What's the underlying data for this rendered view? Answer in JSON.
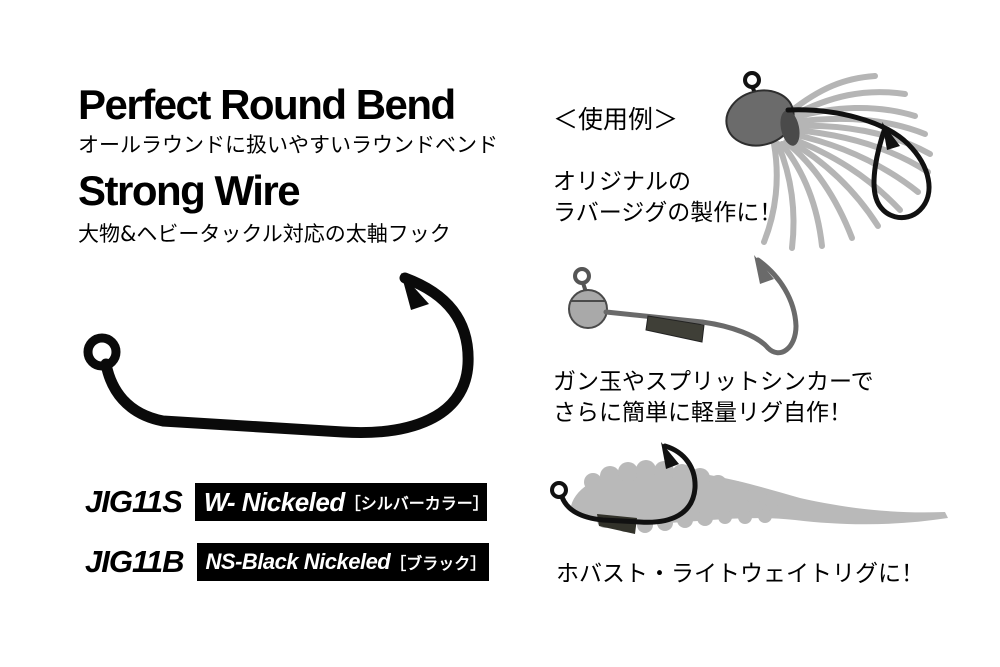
{
  "page": {
    "bg": "#ffffff",
    "ink": "#000000",
    "skirt_gray": "#b5b5b5",
    "worm_gray": "#b9b9b9"
  },
  "features": [
    {
      "title": "Perfect Round Bend",
      "subtitle": "オールラウンドに扱いやすいラウンドベンド"
    },
    {
      "title": "Strong Wire",
      "subtitle": "大物&ヘビータックル対応の太軸フック"
    }
  ],
  "models": [
    {
      "code": "JIG11S",
      "finish": "W- Nickeled",
      "color": "［シルバーカラー］"
    },
    {
      "code": "JIG11B",
      "finish": "NS-Black Nickeled",
      "color": "［ブラック］"
    }
  ],
  "usage": {
    "heading": "＜使用例＞",
    "examples": [
      {
        "line1": "オリジナルの",
        "line2": "ラバージグの製作に！"
      },
      {
        "line1": "ガン玉やスプリットシンカーで",
        "line2": "さらに簡単に軽量リグ自作！"
      },
      {
        "line1": "ホバスト・ライトウェイトリグに！"
      }
    ]
  }
}
